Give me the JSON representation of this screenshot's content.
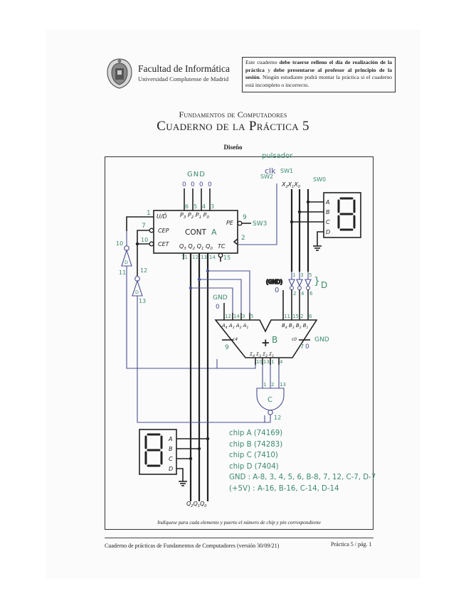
{
  "header": {
    "faculty_title": "Facultad de Informática",
    "faculty_subtitle": "Universidad Complutense de Madrid",
    "notice_parts": [
      {
        "text": "Este cuaderno ",
        "bold": false
      },
      {
        "text": "debe traerse relleno el día de realización de la práctica",
        "bold": true
      },
      {
        "text": " y ",
        "bold": false
      },
      {
        "text": "debe presentarse al profesor al principio de la sesión",
        "bold": true
      },
      {
        "text": ". Ningún estudiante podrá montar la práctica si el cuaderno está incompleto o incorrecto.",
        "bold": false
      }
    ]
  },
  "subject": "Fundamentos de Computadores",
  "title": "Cuaderno de la Práctica 5",
  "section": "Diseño",
  "diagram": {
    "handwritten_top": "pulsador",
    "clk_label": "clk",
    "gnd_top": "GND",
    "sw_labels": {
      "sw2": "SW2",
      "sw1": "SW1",
      "sw0": "SW0",
      "sw3": "SW3"
    },
    "x_inputs": [
      "X2",
      "X1",
      "X0"
    ],
    "counter": {
      "name": "CONT",
      "chip": "A",
      "left_pins": [
        "U/D̄",
        "CEP",
        "CET"
      ],
      "top_pins": [
        "P3",
        "P2",
        "P1",
        "P0"
      ],
      "bottom_pins": [
        "Q3",
        "Q2",
        "Q1",
        "Q0",
        "TC"
      ],
      "pe": "PE",
      "pin_numbers": {
        "p3": "6",
        "p2": "5",
        "p1": "4",
        "p0": "3",
        "ud": "1",
        "cep": "7",
        "cet": "10",
        "pe": "9",
        "clk": "2",
        "q3": "11",
        "q2": "12",
        "q1": "13",
        "q0": "14",
        "tc": "15"
      }
    },
    "inverters_left": [
      {
        "in": "10",
        "out": "11",
        "chip": "D"
      },
      {
        "in": "12",
        "out": "13",
        "chip": "D"
      }
    ],
    "inverters_right": {
      "chip": "D",
      "pins": [
        [
          "1",
          "2"
        ],
        [
          "3",
          "4"
        ],
        [
          "5",
          "6"
        ]
      ],
      "gnd_note": "(GND)",
      "zero": "0"
    },
    "adder": {
      "chip": "B",
      "symbol": "+",
      "a_pins": [
        "A4",
        "A3",
        "A2",
        "A1"
      ],
      "b_pins": [
        "B4",
        "B3",
        "B2",
        "B1"
      ],
      "sum_pins": [
        "Σ4",
        "Σ3",
        "Σ2",
        "Σ1"
      ],
      "c4": "c4",
      "c0": "c0",
      "a_numbers": [
        "12",
        "14",
        "3",
        "5"
      ],
      "b_numbers": [
        "11",
        "15",
        "2",
        "6"
      ],
      "sum_numbers": [
        "10",
        "13",
        "1",
        "4"
      ],
      "c4_pin": "9",
      "c0_pin": "7",
      "gnd_a": "GND",
      "zero_a": "0",
      "gnd_c0": "GND",
      "zero_c0": "0"
    },
    "nand": {
      "chip": "C",
      "inputs": [
        "1",
        "2",
        "13"
      ],
      "output": "12"
    },
    "display_top": {
      "inputs": [
        "A",
        "B",
        "C",
        "D"
      ]
    },
    "display_bottom": {
      "inputs": [
        "A",
        "B",
        "C",
        "D"
      ]
    },
    "q_outputs": [
      "Q2",
      "Q1",
      "Q0"
    ],
    "notes": [
      "chip A (74169)",
      "chip B (74283)",
      "chip C (7410)",
      "chip D (7404)",
      "GND : A-8, 3, 4, 5, 6, B-8, 7, 12, C-7, D-7",
      "(+5V) : A-16, B-16, C-14, D-14"
    ]
  },
  "instruction": "Indíquese para cada elemento y puerto el número de chip y pin correspondiente",
  "footer": {
    "left": "Cuaderno de prácticas de Fundamentos de Computadores (versión 30/09/21)",
    "right": "Práctica 5 / pág. 1"
  },
  "colors": {
    "ink": "#222222",
    "handwriting_green": "#3b8a6a",
    "handwriting_blue": "#4a4f8f"
  }
}
